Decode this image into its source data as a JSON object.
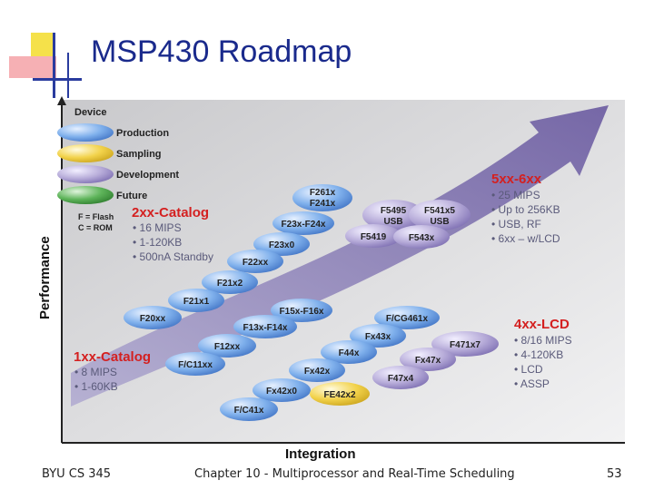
{
  "slide": {
    "title": "MSP430 Roadmap",
    "footer_left": "BYU CS 345",
    "footer_center": "Chapter 10 - Multiprocessor and Real-Time Scheduling",
    "footer_right": "53"
  },
  "diagram": {
    "y_axis_label": "Performance",
    "x_axis_label": "Integration",
    "legend": {
      "title": "Device",
      "items": [
        {
          "label": "Production",
          "color": "#5b8fd6"
        },
        {
          "label": "Sampling",
          "color": "#f2d24a"
        },
        {
          "label": "Development",
          "color": "#a79ad0"
        },
        {
          "label": "Future",
          "color": "#3f9a3f"
        }
      ]
    },
    "memory_note": [
      "F = Flash",
      "C = ROM"
    ],
    "families": {
      "f5xx": {
        "heading": "5xx-6xx",
        "bullets": [
          "25 MIPS",
          "Up to 256KB",
          "USB, RF",
          "6xx – w/LCD"
        ]
      },
      "f2xx": {
        "heading": "2xx-Catalog",
        "bullets": [
          "16 MIPS",
          "1-120KB",
          "500nA Standby"
        ]
      },
      "f4xx": {
        "heading": "4xx-LCD",
        "bullets": [
          "8/16 MIPS",
          "4-120KB",
          "LCD",
          "ASSP"
        ]
      },
      "f1xx": {
        "heading": "1xx-Catalog",
        "bullets": [
          "8 MIPS",
          "1-60KB"
        ]
      }
    },
    "devices": {
      "f261x": [
        "F261x",
        "F241x"
      ],
      "f23x_f24x": "F23x-F24x",
      "f23x0": "F23x0",
      "f22xx": "F22xx",
      "f21x2": "F21x2",
      "f21x1": "F21x1",
      "f20xx": "F20xx",
      "f5495": [
        "F5495",
        "USB"
      ],
      "f541x5": [
        "F541x5",
        "USB"
      ],
      "f5419": "F5419",
      "f543x": "F543x",
      "f15x_f16x": "F15x-F16x",
      "f13x_f14x": "F13x-F14x",
      "f12xx": "F12xx",
      "fc11xx": "F/C11xx",
      "fcg461x": "F/CG461x",
      "fx43x": "Fx43x",
      "f471x7": "F471x7",
      "f44x": "F44x",
      "fx47x": "Fx47x",
      "fx42x": "Fx42x",
      "f47x4": "F47x4",
      "fx42x0": "Fx42x0",
      "fe42x2": "FE42x2",
      "fc41x": "F/C41x"
    },
    "colors": {
      "production": "#5b8fd6",
      "sampling": "#f2d24a",
      "development": "#a79ad0",
      "future": "#3f9a3f",
      "family_heading": "#d42020",
      "arrow": "#7566a8",
      "title": "#1a2a8c"
    }
  }
}
